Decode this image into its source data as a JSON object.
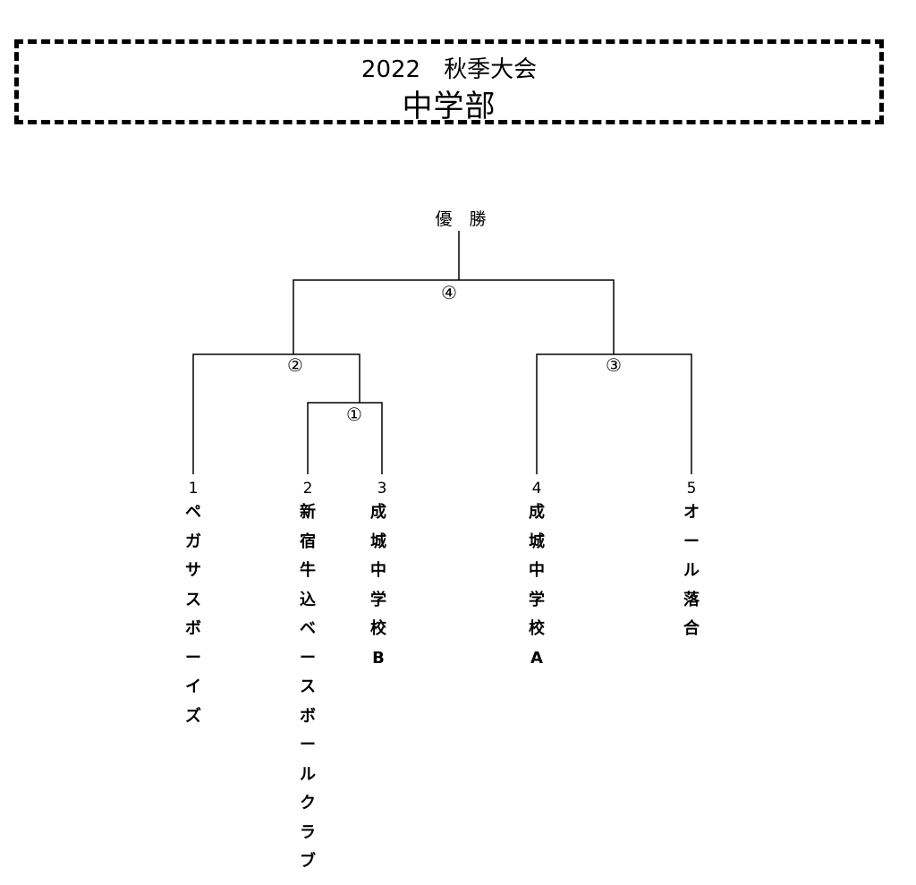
{
  "header": {
    "year_title": "2022　秋季大会",
    "division": "中学部"
  },
  "bracket": {
    "champion_label": "優　勝",
    "matches": [
      "①",
      "②",
      "③",
      "④"
    ],
    "teams": [
      {
        "seed": "1",
        "name": "ペガサスボーイズ"
      },
      {
        "seed": "2",
        "name": "新宿牛込ベースボールクラブ"
      },
      {
        "seed": "3",
        "name": "成城中学校B"
      },
      {
        "seed": "4",
        "name": "成城中学校A"
      },
      {
        "seed": "5",
        "name": "オール落合"
      }
    ]
  }
}
